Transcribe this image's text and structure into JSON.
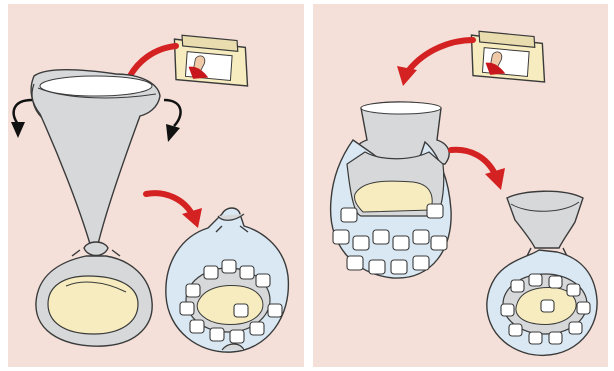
{
  "figure": {
    "panels": [
      {
        "id": "left",
        "steps": [
          "pour-milk-into-bag",
          "roll-down-bag-top",
          "tie-bag-and-add-ice"
        ]
      },
      {
        "id": "right",
        "steps": [
          "pour-milk-into-bag",
          "bag-in-ice-filled-bag",
          "tie-outer-bag"
        ]
      }
    ]
  },
  "colors": {
    "panel_background": "#f4e0d9",
    "arrow": "#d42222",
    "bag_fill": "#d6d8da",
    "bag_outline": "#3a3a3a",
    "milk": "#f6ecbf",
    "ice_water": "#d9e8f3",
    "ice_cube": "#ffffff",
    "carton_red": "#c8171c",
    "roll_arrow": "#111111"
  }
}
